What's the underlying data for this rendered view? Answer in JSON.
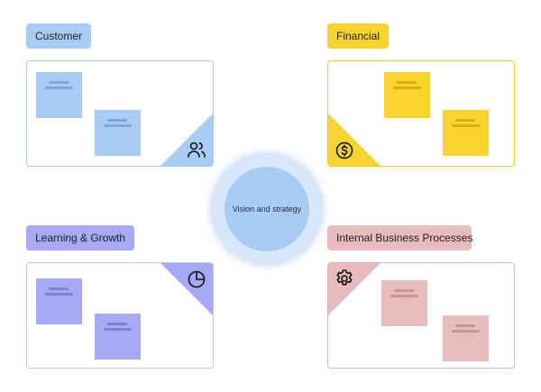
{
  "center": {
    "label": "Vision and strategy",
    "color": "#a8ccf6",
    "halo_color": "#d6e7fa"
  },
  "perspectives": {
    "customer": {
      "label": "Customer",
      "label_bg": "#a8ccf6",
      "border": "#a8ccf6",
      "corner_color": "#a8ccf6",
      "note_color": "#a8ccf6",
      "note_line": "#7fa6d6",
      "icon": "users-icon"
    },
    "financial": {
      "label": "Financial",
      "label_bg": "#fad42e",
      "border": "#f2cd2c",
      "corner_color": "#fad42e",
      "note_color": "#fad42e",
      "note_line": "#d5ad10",
      "icon": "dollar-circle-icon"
    },
    "learning": {
      "label": "Learning & Growth",
      "label_bg": "#a7a8f6",
      "border": "#c2c3f5",
      "corner_color": "#a7a8f6",
      "note_color": "#a7a8f6",
      "note_line": "#7f80d6",
      "icon": "pie-chart-icon"
    },
    "internal": {
      "label": "Internal Business Processes",
      "label_bg": "#e8bcbf",
      "border": "#e5b7ba",
      "corner_color": "#e8bcbf",
      "note_color": "#e8bcbf",
      "note_line": "#c79599",
      "icon": "gear-icon"
    }
  }
}
